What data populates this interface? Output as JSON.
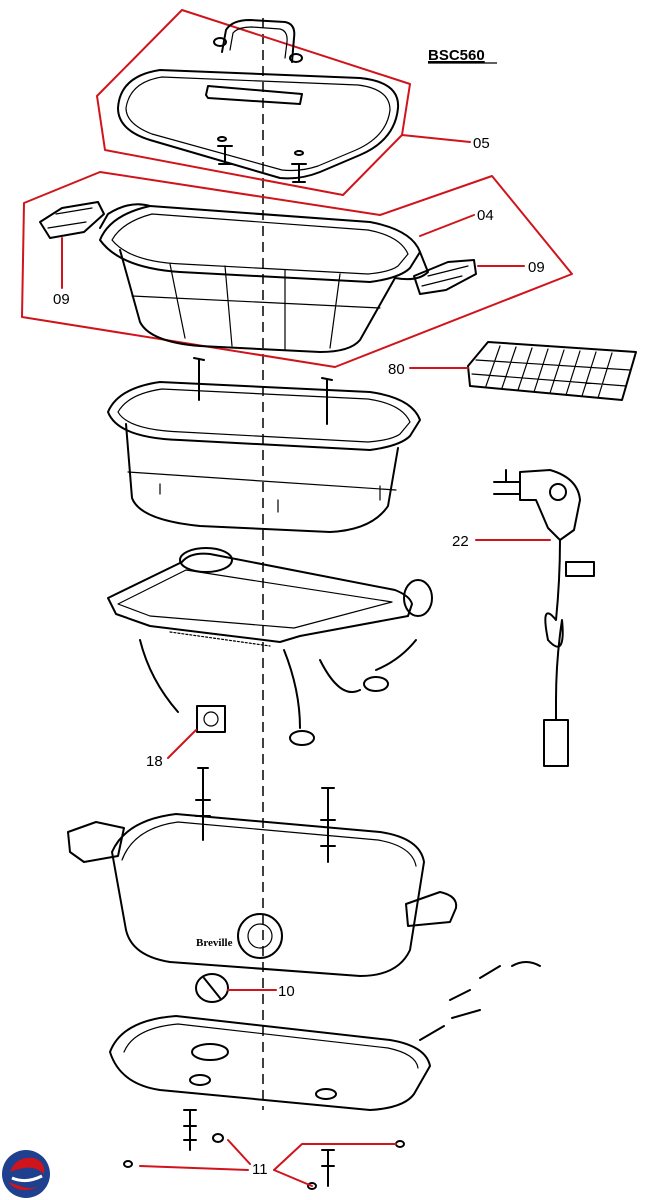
{
  "model_number": "BSC560",
  "callouts": [
    {
      "id": "lid",
      "label": "05"
    },
    {
      "id": "cooking-bowl",
      "label": "04"
    },
    {
      "id": "handle-left",
      "label": "09"
    },
    {
      "id": "handle-right",
      "label": "09"
    },
    {
      "id": "rack",
      "label": "80"
    },
    {
      "id": "power-cord",
      "label": "22"
    },
    {
      "id": "thermostat-connector",
      "label": "18"
    },
    {
      "id": "control-dial",
      "label": "10"
    },
    {
      "id": "feet",
      "label": "11"
    }
  ],
  "brand_mark": "Breville",
  "colors": {
    "outline": "#000000",
    "callout": "#d0141b",
    "logo_red": "#d0141b",
    "logo_blue": "#1f3f8f"
  }
}
